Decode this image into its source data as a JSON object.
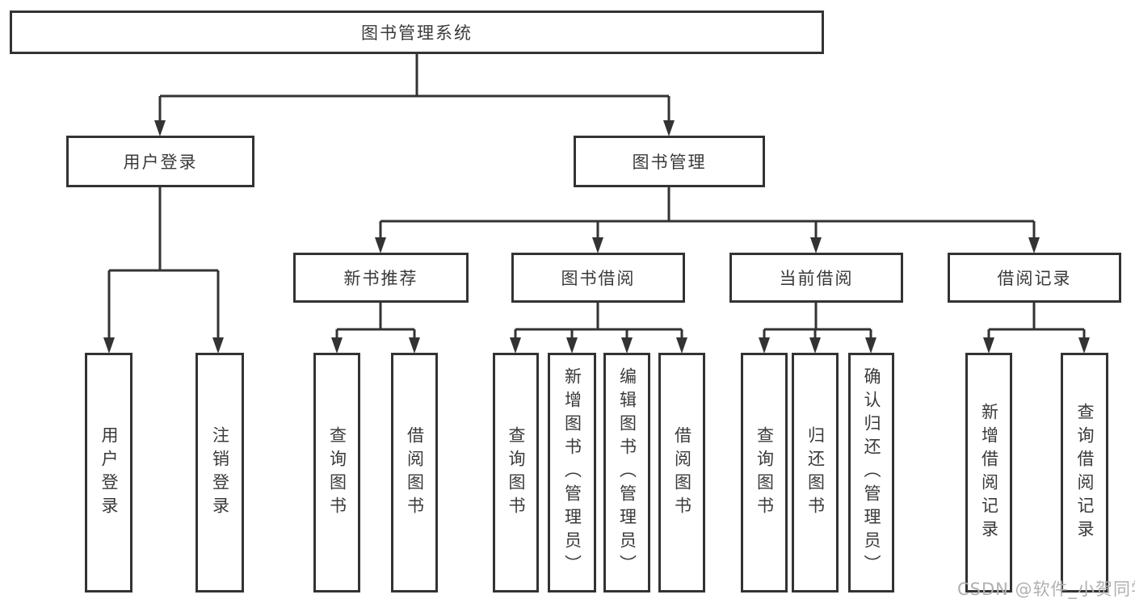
{
  "diagram": {
    "root": {
      "label": "图书管理系统"
    },
    "level2": {
      "user_login": {
        "label": "用户登录"
      },
      "book_management": {
        "label": "图书管理"
      }
    },
    "level3": {
      "new_book_rec": {
        "label": "新书推荐"
      },
      "book_borrow": {
        "label": "图书借阅"
      },
      "current_borrow": {
        "label": "当前借阅"
      },
      "borrow_records": {
        "label": "借阅记录"
      }
    },
    "leaves": {
      "user_login": {
        "label": "用户登录"
      },
      "logout": {
        "label": "注销登录"
      },
      "query_book_rec": {
        "label": "查询图书"
      },
      "borrow_book_rec": {
        "label": "借阅图书"
      },
      "query_book_borrow": {
        "label": "查询图书"
      },
      "add_book": {
        "label": "新增图书（管理员）"
      },
      "edit_book": {
        "label": "编辑图书（管理员）"
      },
      "borrow_book_borrow": {
        "label": "借阅图书"
      },
      "query_book_current": {
        "label": "查询图书"
      },
      "return_book": {
        "label": "归还图书"
      },
      "confirm_return": {
        "label": "确认归还（管理员）"
      },
      "add_borrow_record": {
        "label": "新增借阅记录"
      },
      "query_borrow_record": {
        "label": "查询借阅记录"
      }
    }
  },
  "watermark": {
    "text": "CSDN @软件_小贺同学"
  },
  "colors": {
    "line": "#333333",
    "text": "#3a3a3a",
    "watermark": "#b0b0b0",
    "background": "#ffffff"
  }
}
